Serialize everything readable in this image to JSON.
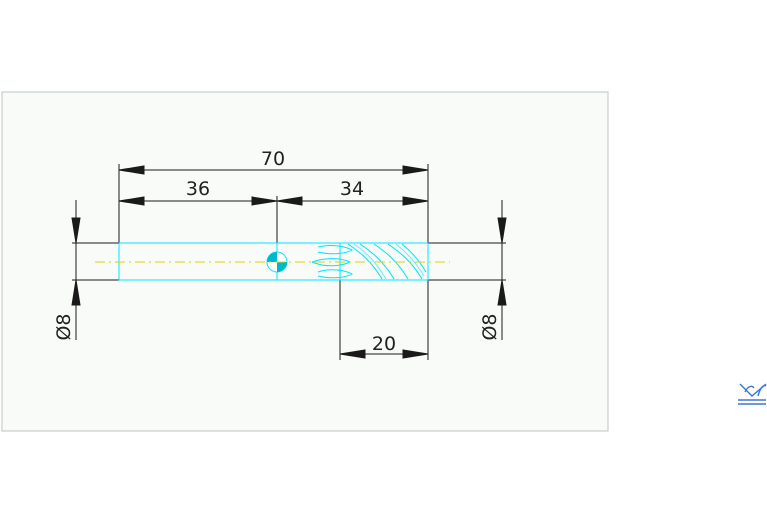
{
  "drawing": {
    "dimensions": {
      "overall_length": "70",
      "left_length": "36",
      "right_length": "34",
      "flute_length": "20",
      "left_diameter": "Ø8",
      "right_diameter": "Ø8"
    },
    "colors": {
      "sheet_bg": "#f8fbf8",
      "sheet_border": "#bfc6bf",
      "dimension": "#1a1a1a",
      "part_outline": "#00ffff",
      "centerline": "#e0d000",
      "ucs_icon": "#3a78d8"
    },
    "icons": {
      "ucs": "ucs-icon"
    }
  }
}
